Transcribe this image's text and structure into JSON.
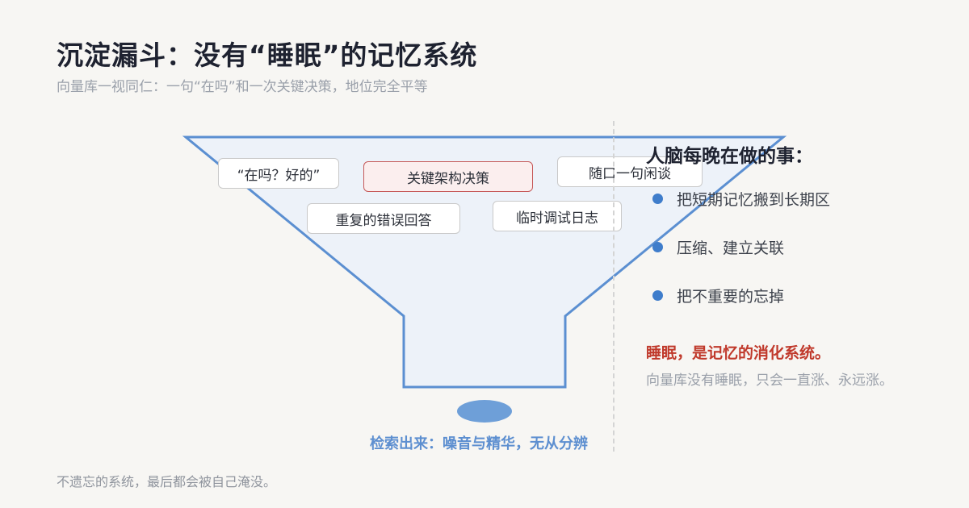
{
  "header": {
    "title": "沉淀漏斗：没有“睡眠”的记忆系统",
    "subtitle": "向量库一视同仁：一句“在吗”和一次关键决策，地位完全平等"
  },
  "funnel": {
    "chips": [
      {
        "label": "“在吗？好的”",
        "kind": "normal"
      },
      {
        "label": "关键架构决策",
        "kind": "key"
      },
      {
        "label": "随口一句闲谈",
        "kind": "normal"
      },
      {
        "label": "重复的错误回答",
        "kind": "normal"
      },
      {
        "label": "临时调试日志",
        "kind": "normal"
      }
    ],
    "output_label": "检索出来：噪音与精华，无从分辨"
  },
  "right_panel": {
    "heading": "人脑每晚在做的事：",
    "bullets": [
      "把短期记忆搬到长期区",
      "压缩、建立关联",
      "把不重要的忘掉"
    ],
    "highlight": "睡眠，是记忆的消化系统。",
    "note": "向量库没有睡眠，只会一直涨、永远涨。"
  },
  "footer": {
    "text": "不遗忘的系统，最后都会被自己淹没。"
  },
  "colors": {
    "funnel_stroke": "#5b8fd1",
    "funnel_fill": "#edf2f9",
    "accent_red": "#c0392b",
    "blob": "#6e9fd8"
  }
}
